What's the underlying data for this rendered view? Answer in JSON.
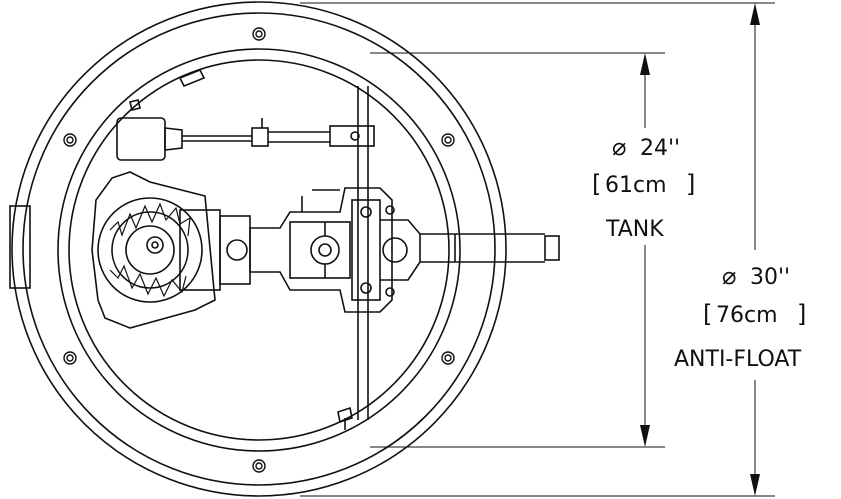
{
  "tank_dimension": {
    "diameter": "24''",
    "metric": "61cm",
    "label": "TANK"
  },
  "antifloat_dimension": {
    "diameter": "30''",
    "metric": "76cm",
    "label": "ANTI-FLOAT"
  },
  "diameter_symbol": "⌀",
  "colors": {
    "line": "#111111",
    "background": "#ffffff"
  }
}
